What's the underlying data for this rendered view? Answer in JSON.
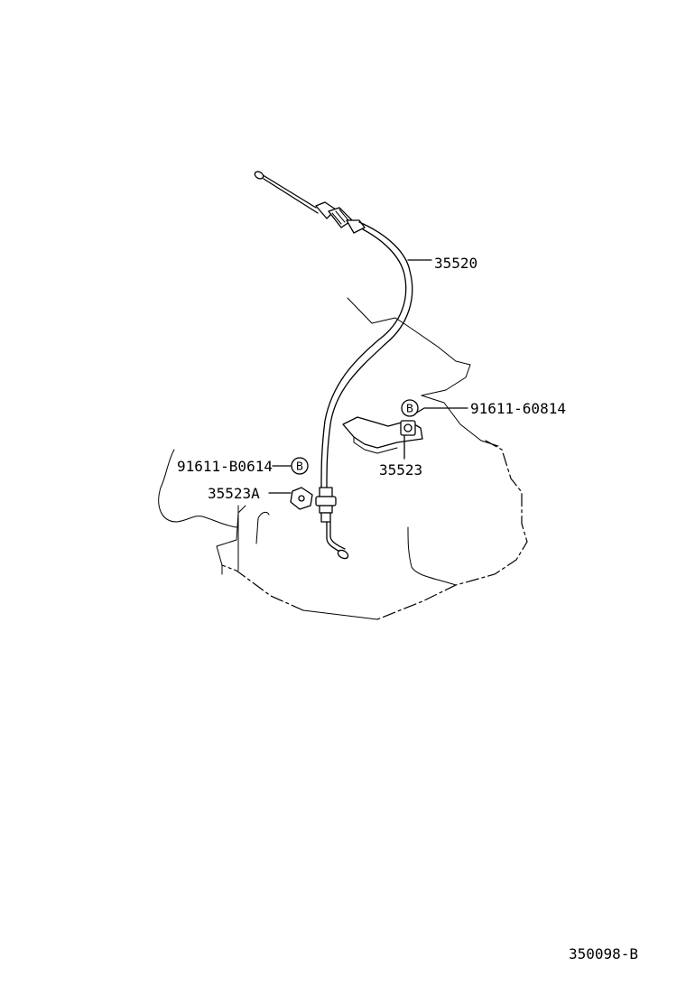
{
  "parts": {
    "cable_label": "35520",
    "bracket_label": "35523",
    "clip_label": "35523A",
    "bolt_right_label": "91611-60814",
    "bolt_left_label": "91611-B0614",
    "bolt_marker": "B"
  },
  "footer": {
    "diagram_code": "350098-B"
  }
}
